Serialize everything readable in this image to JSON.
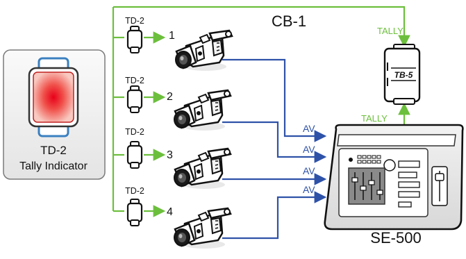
{
  "diagram": {
    "indicator_card": {
      "name": "TD-2",
      "subtitle": "Tally Indicator"
    },
    "bus_label": "CB-1",
    "indicators": [
      {
        "label": "TD-2"
      },
      {
        "label": "TD-2"
      },
      {
        "label": "TD-2"
      },
      {
        "label": "TD-2"
      }
    ],
    "cameras": [
      {
        "number": "1"
      },
      {
        "number": "2"
      },
      {
        "number": "3"
      },
      {
        "number": "4"
      }
    ],
    "av_labels": [
      "AV",
      "AV",
      "AV",
      "AV"
    ],
    "tally_box": {
      "name": "TB-5",
      "tally_in": "TALLY",
      "tally_out": "TALLY"
    },
    "switcher": {
      "name": "SE-500"
    },
    "colors": {
      "tally_line": "#6cbf3c",
      "av_line": "#2e52a8",
      "indicator_red": "#e8302a",
      "indicator_frame": "#5aa6d8"
    }
  }
}
